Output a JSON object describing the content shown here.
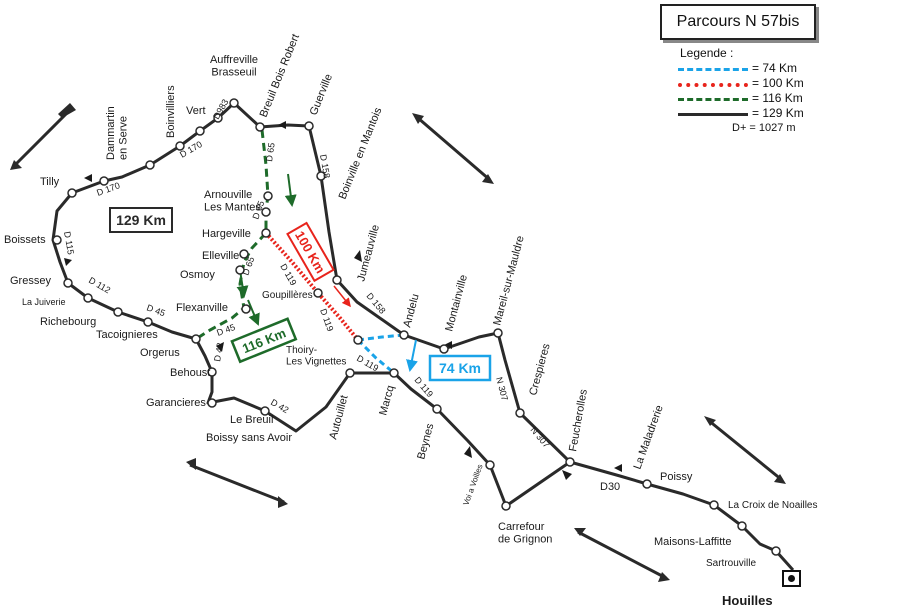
{
  "title": "Parcours N 57bis",
  "legend": {
    "heading": "Legende :",
    "items": [
      {
        "label": "=    74 Km",
        "color": "#1aa3e8",
        "style": "dashed"
      },
      {
        "label": "= 100 Km",
        "color": "#e8241c",
        "style": "dotted"
      },
      {
        "label": "= 116 Km",
        "color": "#1e6b2a",
        "style": "dashed"
      },
      {
        "label": "= 129 Km",
        "color": "#2a2a2a",
        "style": "solid"
      }
    ],
    "elevation": "D+ = 1027 m"
  },
  "distance_boxes": {
    "km129": "129 Km",
    "km100": "100 Km",
    "km116": "116 Km",
    "km74": "74 Km"
  },
  "towns": {
    "auffreville": "Auffreville\nBrasseuil",
    "breuil": "Breuil Bois Robert",
    "guerville": "Guerville",
    "boinville": "Boinville en Mantois",
    "vert": "Vert",
    "boinvilliers": "Boinvilliers",
    "dammartin": "Dammartin\nen Serve",
    "tilly": "Tilly",
    "boissets": "Boissets",
    "gressey": "Gressey",
    "juiverie": "La Juiverie",
    "richebourg": "Richebourg",
    "tacoignieres": "Tacoignieres",
    "orgerus": "Orgerus",
    "behoust": "Behoust",
    "garancieres": "Garancieres",
    "lebreuil": "Le Breuil",
    "boissy": "Boissy sans Avoir",
    "arnouville": "Arnouville\nLes Mantes",
    "hargeville": "Hargeville",
    "elleville": "Elleville",
    "osmoy": "Osmoy",
    "flexanville": "Flexanville",
    "goupilleres": "Goupillères",
    "thoiry": "Thoiry-\nLes Vignettes",
    "autouillet": "Autouillet",
    "marcq": "Marcq",
    "jumeauville": "Jumeauville",
    "andelu": "Andelu",
    "montainville": "Montainville",
    "mareil": "Mareil-sur-Mauldre",
    "crespieres": "Crespieres",
    "beynes": "Beynes",
    "carrefour": "Carrefour\nde Grignon",
    "feucherolles": "Feucherolles",
    "maladrerie": "La Maladrerie",
    "poissy": "Poissy",
    "croix": "La Croix de Noailles",
    "maisons": "Maisons-Laffitte",
    "sartrouville": "Sartrouville",
    "houilles": "Houilles"
  },
  "roads": {
    "d983": "D983",
    "d170a": "D 170",
    "d170b": "D 170",
    "d65a": "D 65",
    "d65b": "D 65",
    "d65c": "D 65",
    "d158a": "D 158",
    "d158b": "D 158",
    "d115": "D 115",
    "d112": "D 112",
    "d45a": "D 45",
    "d45b": "D 45",
    "d42a": "D 42",
    "d42b": "D 42",
    "d119a": "D 119",
    "d119b": "D 119",
    "d119c": "D 119",
    "d119d": "D 119",
    "n307a": "N 307",
    "n307b": "N 307",
    "d30": "D30",
    "voie": "Voi a Voilles"
  },
  "colors": {
    "route_129": "#2a2a2a",
    "route_100": "#e8241c",
    "route_116": "#1e6b2a",
    "route_74": "#1aa3e8"
  }
}
